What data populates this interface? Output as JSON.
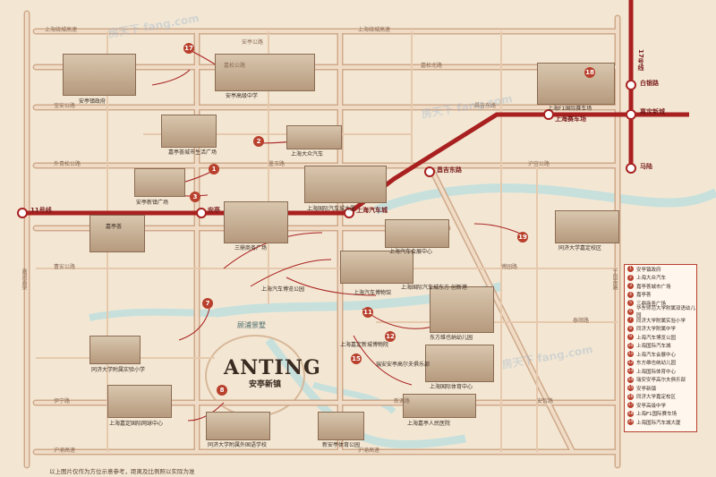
{
  "map": {
    "title": "ANTING",
    "subtitle": "安亭新镇",
    "footnote": "以上图片仅作为方位示意参考，距离及比例照以实际为准",
    "river_label": "顾浦景墅",
    "colors": {
      "metro": "#a8201f",
      "road": "#e6c9ad",
      "road_border": "#cfa98a",
      "water": "#c7e0dc",
      "accent": "#b8402d"
    },
    "metro_lines": [
      {
        "name": "11号线",
        "label": "11号线"
      },
      {
        "name": "17号线",
        "label": "17号线"
      }
    ],
    "stations": [
      {
        "name": "安亭"
      },
      {
        "name": "上海汽车城"
      },
      {
        "name": "嘉定新城"
      },
      {
        "name": "上海赛车场"
      },
      {
        "name": "马陆"
      },
      {
        "name": "白银路"
      },
      {
        "name": "昌吉东路"
      }
    ],
    "roads": [
      {
        "name": "上海绕城高速"
      },
      {
        "name": "嘉松公路"
      },
      {
        "name": "安亭公路"
      },
      {
        "name": "嘉松北路"
      },
      {
        "name": "外青松公路"
      },
      {
        "name": "墨玉路"
      },
      {
        "name": "沪宜公路"
      },
      {
        "name": "昌吉东路"
      },
      {
        "name": "博园路"
      },
      {
        "name": "曹安公路"
      },
      {
        "name": "安智路"
      },
      {
        "name": "新源路"
      },
      {
        "name": "伊宁路"
      },
      {
        "name": "宝安公路"
      },
      {
        "name": "沪渝高速"
      },
      {
        "name": "嘉闵高架"
      },
      {
        "name": "于田南路"
      },
      {
        "name": "泰顺路"
      }
    ],
    "places": [
      {
        "label": "安亭镇政府",
        "num": ""
      },
      {
        "label": "安亭高级中学",
        "num": "17"
      },
      {
        "label": "上海F1国际赛车场",
        "num": "18"
      },
      {
        "label": "嘉亭荟城市生活广场",
        "num": "1"
      },
      {
        "label": "上海大众汽车",
        "num": "2"
      },
      {
        "label": "安亭新镇广场",
        "num": "3"
      },
      {
        "label": "上海国际汽车城大厦",
        "num": ""
      },
      {
        "label": "嘉亭荟",
        "num": ""
      },
      {
        "label": "三鼎商务广场",
        "num": ""
      },
      {
        "label": "上海汽车博览公园",
        "num": ""
      },
      {
        "label": "上海汽车博物馆",
        "num": ""
      },
      {
        "label": "上海国际汽车城东方·创新港",
        "num": ""
      },
      {
        "label": "上海汽车会展中心",
        "num": ""
      },
      {
        "label": "同济大学嘉定校区",
        "num": "19"
      },
      {
        "label": "同济大学附属实验小学",
        "num": "7"
      },
      {
        "label": "上海嘉定新城博物院",
        "num": ""
      },
      {
        "label": "东方维也纳幼儿园",
        "num": "11"
      },
      {
        "label": "上海国际体育中心",
        "num": "12"
      },
      {
        "label": "瑞安安亭高尔夫俱乐部",
        "num": "15"
      },
      {
        "label": "上海嘉亭人民医院",
        "num": ""
      },
      {
        "label": "新安亭体育公园",
        "num": ""
      },
      {
        "label": "上海嘉定国际网球中心",
        "num": "8"
      },
      {
        "label": "同济大学附属外国语学校",
        "num": ""
      }
    ],
    "legend": [
      "安亭镇政府",
      "上海大众汽车",
      "嘉亭荟城市广场",
      "嘉亭荟",
      "三鼎商务广场",
      "华东师范大学附属双语幼儿园",
      "同济大学附属实验小学",
      "同济大学附属中学",
      "上海汽车博览公园",
      "上海国际汽车城",
      "上海汽车会展中心",
      "东方维也纳幼儿园",
      "上海国际体育中心",
      "瑞安安亭高尔夫俱乐部",
      "安亭新镇",
      "同济大学嘉定校区",
      "安亭高级中学",
      "上海F1国际赛车场",
      "上海国际汽车城大厦"
    ],
    "watermark": "房天下 fang.com"
  }
}
